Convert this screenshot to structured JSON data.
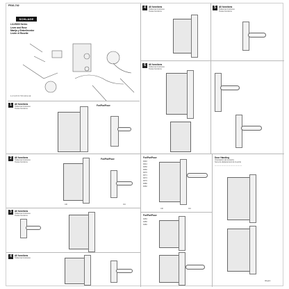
{
  "header": {
    "part_number": "P516-742",
    "series": "L/LV9000 Series",
    "title_en": "Lever and Rose",
    "title_es": "Manija y Embellecedor",
    "title_fr": "Levier et Rosette"
  },
  "brand": {
    "name": "SCHLAGE"
  },
  "step_labels": {
    "all_functions": "All functions",
    "all_functions_es": "Todas las funciones",
    "all_functions_fr": "Toutes fonctions",
    "for_pour": "For/Par/Pour:",
    "door_handing": "Door Handing",
    "door_handing_es": "Orientación de la puerta",
    "door_handing_fr": "Sens de déplacement de la porte"
  },
  "function_codes": [
    "9040",
    "9044",
    "9050",
    "9060",
    "9070",
    "9071",
    "9073",
    "9076",
    "9080",
    "9082",
    "9453",
    "9456",
    "9466"
  ],
  "side_labels": {
    "cr": "CR",
    "ou": "OU"
  },
  "footer": {
    "company": "Allegion"
  },
  "colors": {
    "accent": "#111111",
    "panel": "#e9e9e9",
    "line": "#b8b8b8"
  }
}
